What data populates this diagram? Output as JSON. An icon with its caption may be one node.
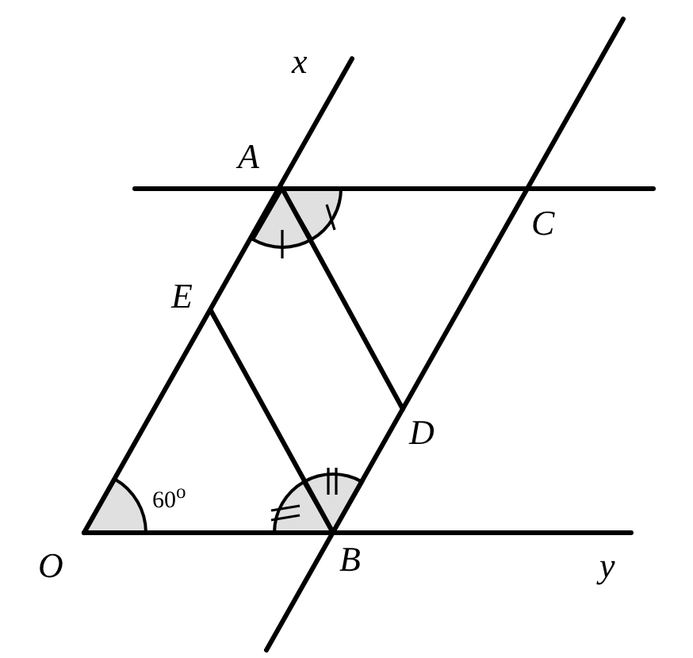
{
  "diagram": {
    "labels": [
      "x",
      "A",
      "C",
      "E",
      "D",
      "60$^{o}$",
      "O",
      "B",
      "y"
    ]
  }
}
